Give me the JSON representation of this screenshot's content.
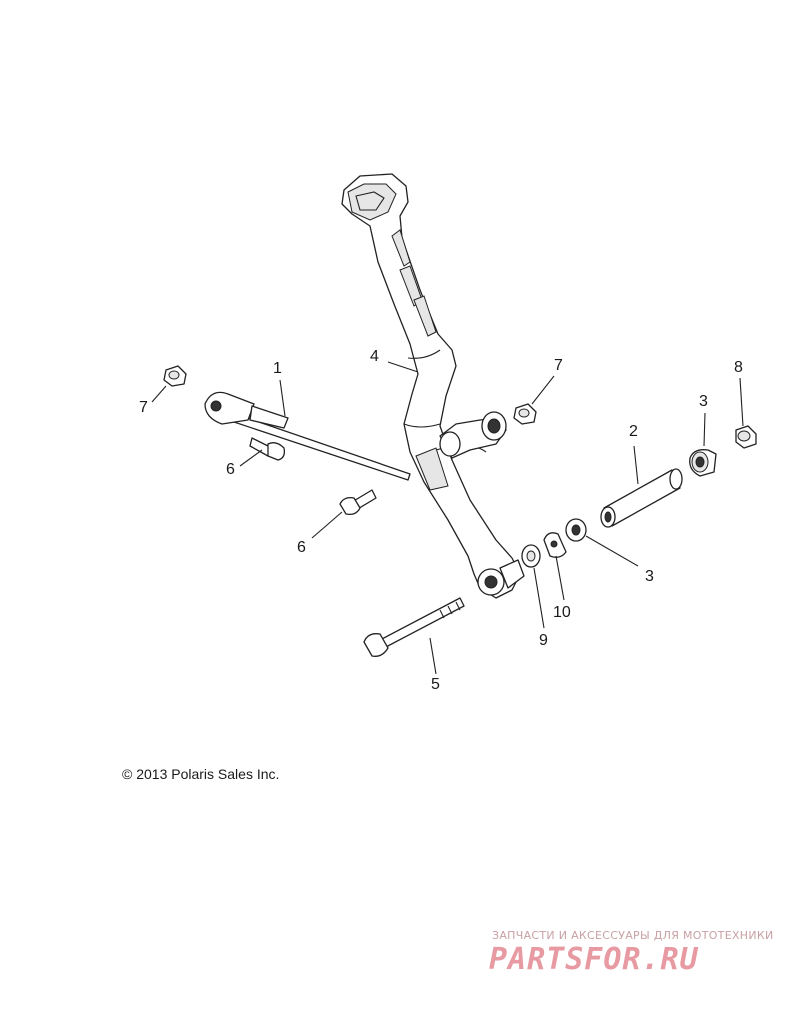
{
  "callouts": {
    "c1": "1",
    "c2": "2",
    "c3a": "3",
    "c3b": "3",
    "c4": "4",
    "c5": "5",
    "c6a": "6",
    "c6b": "6",
    "c7a": "7",
    "c7b": "7",
    "c8": "8",
    "c9": "9",
    "c10": "10"
  },
  "copyright": "© 2013 Polaris Sales Inc.",
  "watermark": {
    "tagline": "ЗАПЧАСТИ И АКСЕССУАРЫ ДЛЯ МОТОТЕХНИКИ",
    "logo": "PARTSFOR.RU"
  }
}
